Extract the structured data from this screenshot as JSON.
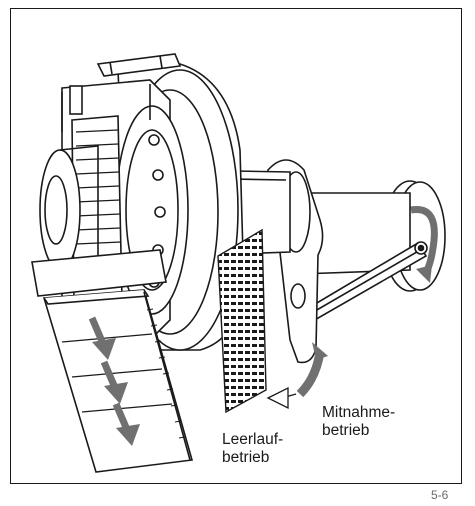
{
  "figure": {
    "labels": {
      "freewheel_line1": "Leerlauf-",
      "freewheel_line2": "betrieb",
      "drive_line1": "Mitnahme-",
      "drive_line2": "betrieb"
    },
    "figure_number": "5-6"
  },
  "colors": {
    "line": "#1a1a1a",
    "arrow_fill": "#707070",
    "light_fill": "#f4f4f4"
  },
  "icons": [
    "rotation-arrow-icon",
    "belt-direction-arrow-icon",
    "swing-arrow-icon"
  ]
}
